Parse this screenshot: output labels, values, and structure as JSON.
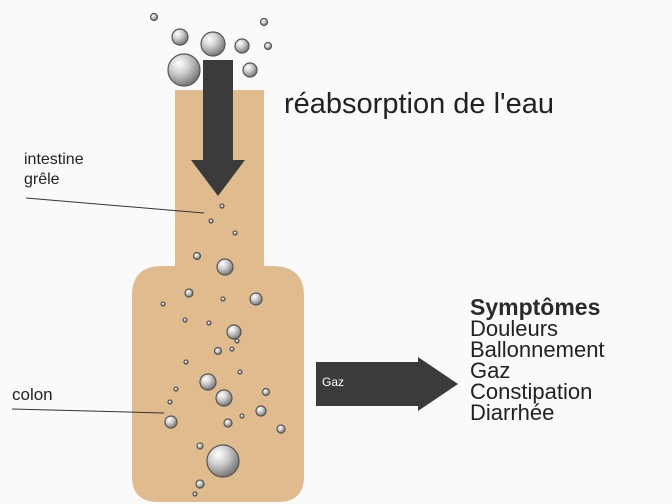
{
  "title": "réabsorption de l'eau",
  "labels": {
    "intestine_line1": "intestine",
    "intestine_line2": "grêle",
    "colon": "colon",
    "gas_arrow": "Gaz"
  },
  "symptoms": {
    "heading": "Symptômes",
    "items": [
      "Douleurs",
      "Ballonnement",
      "Gaz",
      "Constipation",
      "Diarrhée"
    ]
  },
  "colors": {
    "background": "#fafafa",
    "body_fill": "#e0bb8e",
    "arrow": "#3b3b3b",
    "bubble": "#a8a8a8",
    "text": "#222222"
  }
}
